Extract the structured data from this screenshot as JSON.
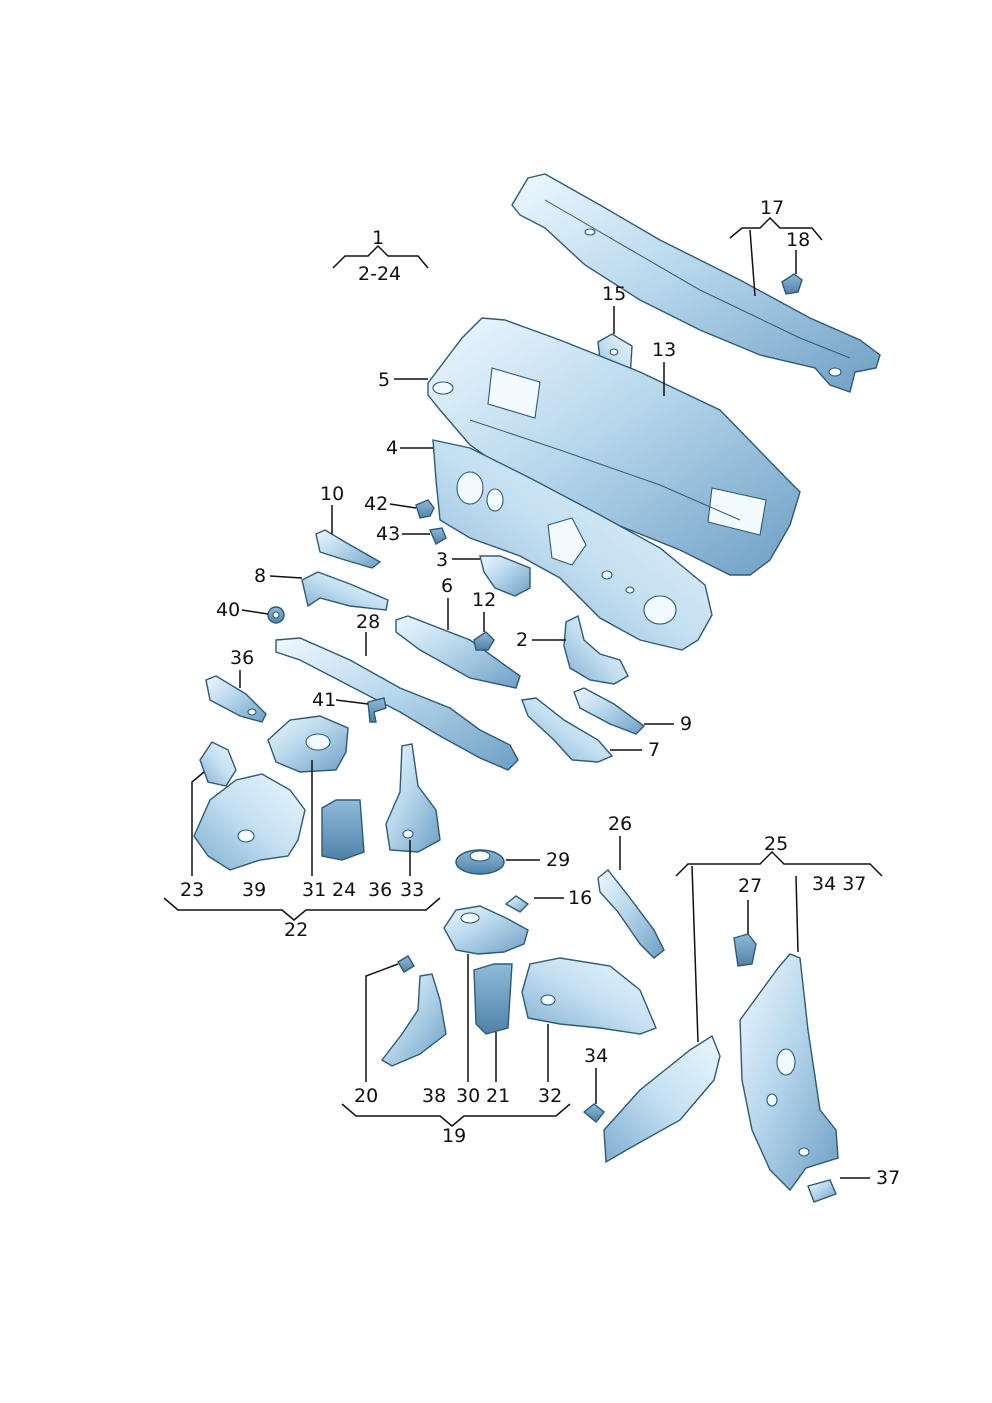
{
  "colors": {
    "part_fill_light": "#dff0fa",
    "part_fill_mid": "#a9cde6",
    "part_fill_dark": "#6e9fc4",
    "part_outline": "#2e5a78",
    "label_text": "#111111"
  },
  "labels": {
    "g1": {
      "top": "1",
      "sub": "2-24"
    },
    "g17": "17",
    "g18": "18",
    "p15": "15",
    "p13": "13",
    "p5": "5",
    "p4": "4",
    "p10": "10",
    "p42": "42",
    "p43": "43",
    "p3": "3",
    "p8": "8",
    "p6": "6",
    "p12": "12",
    "p40": "40",
    "p28": "28",
    "p2": "2",
    "p36a": "36",
    "p41": "41",
    "p9": "9",
    "p7": "7",
    "p23": "23",
    "p39": "39",
    "p31": "31",
    "p24": "24",
    "p36b": "36",
    "p33": "33",
    "g22": "22",
    "p26": "26",
    "g25": "25",
    "p29": "29",
    "p27": "27",
    "p3437": "34 37",
    "p16": "16",
    "p34": "34",
    "p37": "37",
    "p20": "20",
    "p38": "38",
    "p30": "30",
    "p21": "21",
    "p32": "32",
    "g19": "19"
  }
}
